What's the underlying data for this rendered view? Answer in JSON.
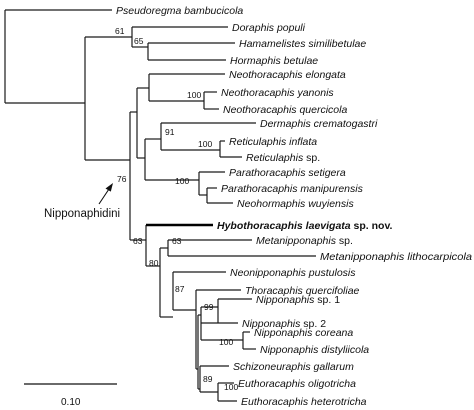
{
  "taxa": {
    "pseudoregma_bambucicola": "Pseudoregma bambucicola",
    "doraphis_populi": "Doraphis populi",
    "hamamelistes_similibetulae": "Hamamelistes similibetulae",
    "hormaphis_betulae": "Hormaphis betulae",
    "neothoracaphis_elongata": "Neothoracaphis elongata",
    "neothoracaphis_yanonis": "Neothoracaphis yanonis",
    "neothoracaphis_quercicola": "Neothoracaphis quercicola",
    "dermaphis_crematogastri": "Dermaphis crematogastri",
    "reticulaphis_inflata": "Reticulaphis inflata",
    "reticulaphis_sp": {
      "genus": "Reticulaphis",
      "suffix": " sp."
    },
    "parathoracaphis_setigera": "Parathoracaphis setigera",
    "parathoracaphis_manipurensis": "Parathoracaphis manipurensis",
    "neohormaphis_wuyiensis": "Neohormaphis wuyiensis",
    "hybothoracaphis_laevigata": {
      "species": "Hybothoracaphis laevigata",
      "suffix": " sp. nov."
    },
    "metanipponaphis_sp": {
      "genus": "Metanipponaphis",
      "suffix": " sp."
    },
    "metanipponaphis_lithocarpicola": "Metanipponaphis lithocarpicola",
    "neonipponaphis_pustulosis": "Neonipponaphis pustulosis",
    "thoracaphis_quercifoliae": "Thoracaphis quercifoliae",
    "nipponaphis_sp1": {
      "genus": "Nipponaphis",
      "suffix": " sp. 1"
    },
    "nipponaphis_sp2": {
      "genus": "Nipponaphis",
      "suffix": " sp. 2"
    },
    "nipponaphis_coreana": "Nipponaphis coreana",
    "nipponaphis_distyliicola": "Nipponaphis distyliicola",
    "schizoneuraphis_gallarum": "Schizoneuraphis gallarum",
    "euthoracaphis_oligotricha": "Euthoracaphis oligotricha",
    "euthoracaphis_heterotricha": "Euthoracaphis heterotricha"
  },
  "supports": {
    "n61": "61",
    "n65": "65",
    "n100_neo": "100",
    "n91": "91",
    "n100_ret": "100",
    "n100_para": "100",
    "n76": "76",
    "n63_hyb": "63",
    "n63_meta": "63",
    "n80": "80",
    "n87": "87",
    "n99": "99",
    "n100_nip": "100",
    "n89": "89",
    "n100_euth": "100"
  },
  "clade_label": "Nipponaphidini",
  "scale_bar_label": "0.10"
}
